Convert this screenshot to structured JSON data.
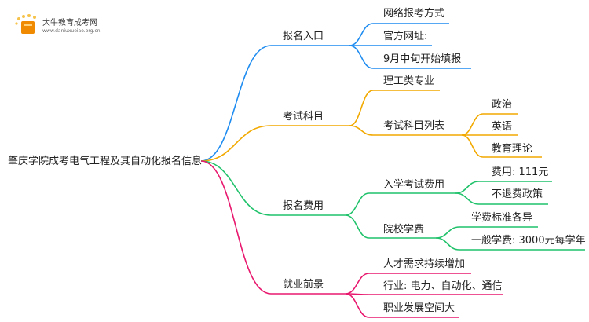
{
  "logo": {
    "title": "大牛教育成考网",
    "url": "www.daniuxueiao.org.cn"
  },
  "root": "肇庆学院成考电气工程及其自动化报名信息",
  "colors": {
    "blue": "#1e8cf0",
    "orange": "#f2a900",
    "green": "#1fc26a",
    "pink": "#e8186e"
  },
  "branches": [
    {
      "label": "报名入口",
      "children": [
        {
          "label": "网络报考方式"
        },
        {
          "label": "官方网址:"
        },
        {
          "label": "9月中旬开始填报"
        }
      ]
    },
    {
      "label": "考试科目",
      "children": [
        {
          "label": "理工类专业"
        },
        {
          "label": "考试科目列表",
          "children": [
            {
              "label": "政治"
            },
            {
              "label": "英语"
            },
            {
              "label": "教育理论"
            }
          ]
        }
      ]
    },
    {
      "label": "报名费用",
      "children": [
        {
          "label": "入学考试费用",
          "children": [
            {
              "label": "费用: 111元"
            },
            {
              "label": "不退费政策"
            }
          ]
        },
        {
          "label": "院校学费",
          "children": [
            {
              "label": "学费标准各异"
            },
            {
              "label": "一般学费: 3000元每学年"
            }
          ]
        }
      ]
    },
    {
      "label": "就业前景",
      "children": [
        {
          "label": "人才需求持续增加"
        },
        {
          "label": "行业: 电力、自动化、通信"
        },
        {
          "label": "职业发展空间大"
        }
      ]
    }
  ]
}
